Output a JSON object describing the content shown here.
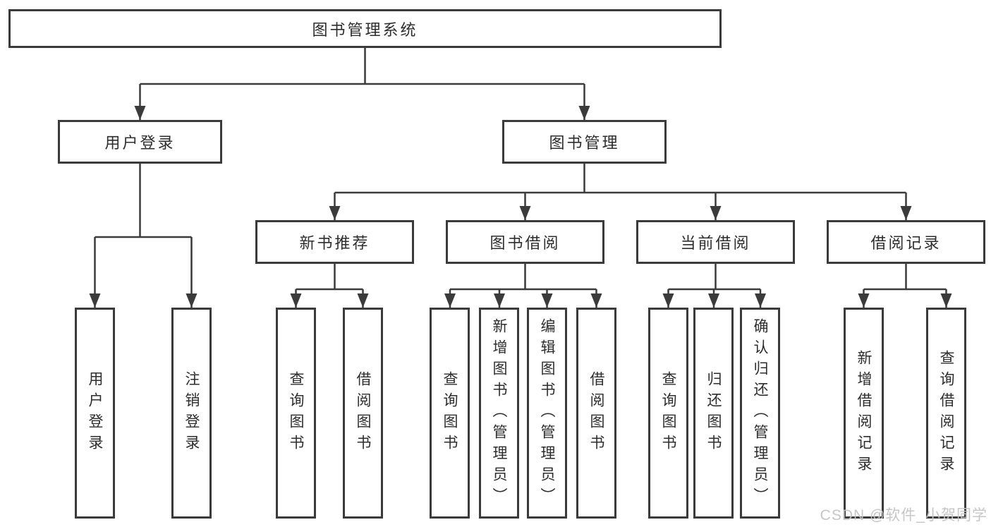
{
  "tree": {
    "root": {
      "label": "图书管理系统"
    },
    "branches": [
      {
        "label": "用户登录",
        "children": [
          {
            "label": "用户登录"
          },
          {
            "label": "注销登录"
          }
        ]
      },
      {
        "label": "图书管理",
        "sections": [
          {
            "label": "新书推荐",
            "children": [
              {
                "label": "查询图书"
              },
              {
                "label": "借阅图书"
              }
            ]
          },
          {
            "label": "图书借阅",
            "children": [
              {
                "label": "查询图书"
              },
              {
                "label": "新增图书（管理员）"
              },
              {
                "label": "编辑图书（管理员）"
              },
              {
                "label": "借阅图书"
              }
            ]
          },
          {
            "label": "当前借阅",
            "children": [
              {
                "label": "查询图书"
              },
              {
                "label": "归还图书"
              },
              {
                "label": "确认归还（管理员）"
              }
            ]
          },
          {
            "label": "借阅记录",
            "children": [
              {
                "label": "新增借阅记录"
              },
              {
                "label": "查询借阅记录"
              }
            ]
          }
        ]
      }
    ]
  },
  "watermark": {
    "text": "CSDN @软件_小贺同学"
  },
  "colors": {
    "line": "#3b3b3b",
    "box_border": "#3b3b3b",
    "box_fill": "#ffffff",
    "text": "#2d2d2d",
    "watermark": "#c3c3c3",
    "background": "#ffffff"
  }
}
